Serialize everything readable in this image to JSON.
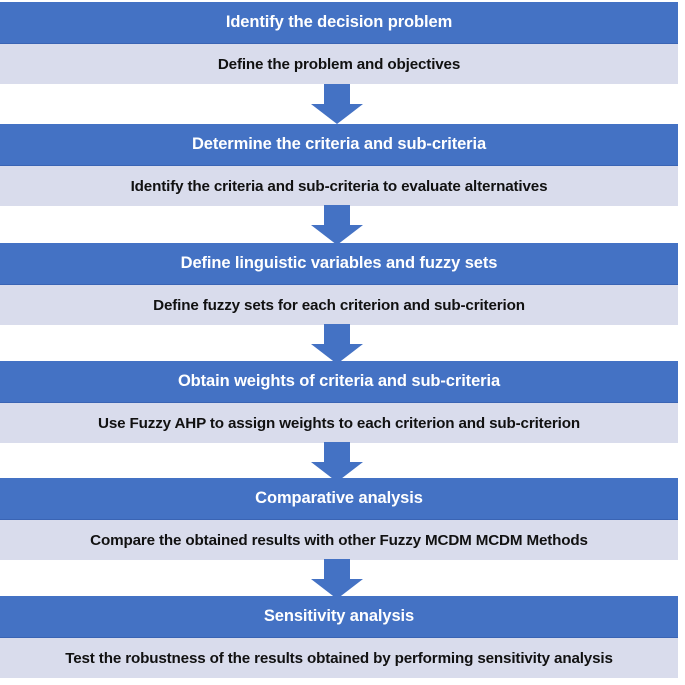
{
  "diagram": {
    "title": "Fuzzy MCDM decision-making process flowchart",
    "colors": {
      "header_blue": "#4472C4",
      "body_lavender": "#D9DCEC",
      "arrow_blue": "#4472C4",
      "header_text": "#FFFFFF",
      "body_text": "#111111",
      "background": "#FFFFFF"
    },
    "arrow_icon_name": "down-arrow-icon",
    "stages": [
      {
        "id": "identify-decision-problem",
        "header": "Identify the decision problem",
        "body": "Define the problem and objectives"
      },
      {
        "id": "determine-criteria",
        "header": "Determine the criteria and sub-criteria",
        "body": "Identify the criteria and sub-criteria to evaluate alternatives"
      },
      {
        "id": "define-linguistic-variables",
        "header": "Define linguistic variables and fuzzy sets",
        "body": "Define fuzzy sets for each criterion and sub-criterion"
      },
      {
        "id": "obtain-weights",
        "header": "Obtain weights of criteria and sub-criteria",
        "body": "Use Fuzzy AHP to assign weights to each criterion and sub-criterion"
      },
      {
        "id": "comparative-analysis",
        "header": "Comparative analysis",
        "body": "Compare the obtained results with other Fuzzy MCDM MCDM Methods"
      },
      {
        "id": "sensitivity-analysis",
        "header": "Sensitivity analysis",
        "body": "Test the robustness of the results obtained by performing sensitivity analysis"
      }
    ]
  }
}
